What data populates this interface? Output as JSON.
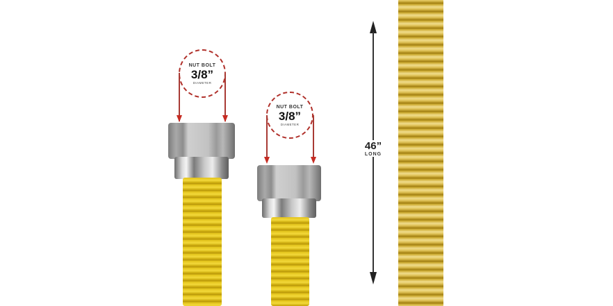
{
  "image": {
    "description": "Yellow-coated flexible gas connector hose product photo with dimension annotations",
    "colors": {
      "background": "#ffffff",
      "hose_yellow": "#e2c21a",
      "hose_gold": "#c9a629",
      "dimension_red": "#b0302a",
      "nut_metal": "#b5b5b5"
    }
  },
  "left_fitting": {
    "label_top": "NUT BOLT",
    "label_main": "3/8”",
    "label_sub": "DIAMETER"
  },
  "right_fitting": {
    "label_top": "NUT BOLT",
    "label_main": "3/8”",
    "label_sub": "DIAMETER"
  },
  "length_annotation": {
    "value": "46”",
    "unit_label": "LONG"
  }
}
